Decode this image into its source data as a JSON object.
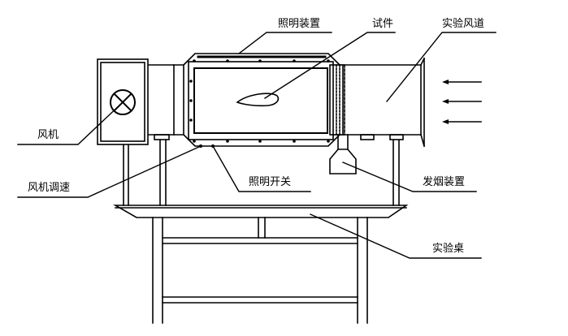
{
  "labels": {
    "lighting_device": "照明装置",
    "specimen": "试件",
    "wind_tunnel": "实验风道",
    "fan": "风机",
    "fan_speed_control": "风机调速",
    "lighting_switch": "照明开关",
    "smoke_generator": "发烟装置",
    "test_bench": "实验桌"
  },
  "colors": {
    "line": "#000000",
    "background": "#ffffff"
  }
}
